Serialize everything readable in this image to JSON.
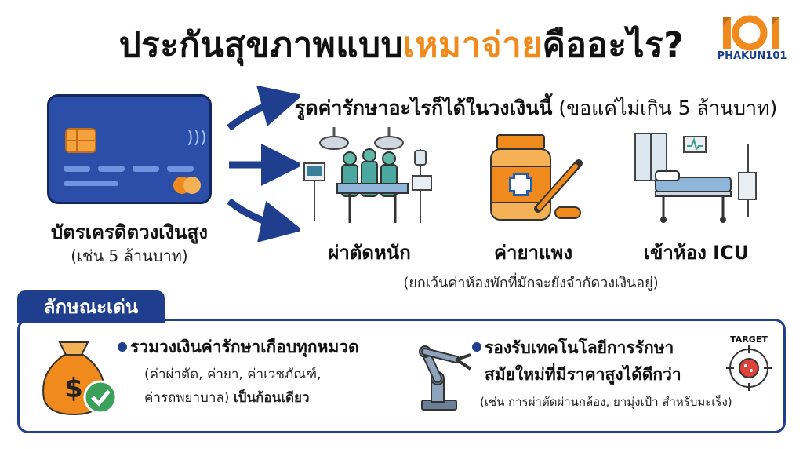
{
  "title": {
    "part1": "ประกันสุขภาพแบบ",
    "highlight": "เหมาจ่าย",
    "part2": "คืออะไร?"
  },
  "logo": {
    "number": "101",
    "text": "PHAKUN101"
  },
  "card": {
    "title": "บัตรเครดิตวงเงินสูง",
    "subtitle": "(เช่น 5 ล้านบาท)"
  },
  "headline": {
    "bold": "รูดค่ารักษาอะไรก็ได้ในวงเงินนี้",
    "normal": " (ขอแค่ไม่เกิน 5 ล้านบาท)"
  },
  "examples": [
    {
      "label": "ผ่าตัดหนัก",
      "icon": "surgery-icon"
    },
    {
      "label": "ค่ายาแพง",
      "icon": "medicine-icon"
    },
    {
      "label": "เข้าห้อง ICU",
      "icon": "icu-bed-icon"
    }
  ],
  "note": "(ยกเว้นค่าห้องพักที่มักจะยังจำกัดวงเงินอยู่)",
  "features": {
    "tab_label": "ลักษณะเด่น",
    "item1": {
      "title": "รวมวงเงินค่ารักษาเกือบทุกหมวด",
      "sub_line1": "(ค่าผ่าตัด, ค่ายา, ค่าเวชภัณฑ์,",
      "sub_line2_normal": "ค่ารถพยาบาล) ",
      "sub_line2_bold": "เป็นก้อนเดียว",
      "icon": "money-bag-icon"
    },
    "item2": {
      "title_line1": "รองรับเทคโนโลยีการรักษา",
      "title_line2": "สมัยใหม่ที่มีราคาสูงได้ดีกว่า",
      "sub": "(เช่น การผ่าตัดผ่านกล้อง, ยามุ่งเป้า สำหรับมะเร็ง)",
      "target_label": "TARGET",
      "icon": "robotic-arm-icon"
    }
  },
  "colors": {
    "accent_orange": "#f08a1c",
    "navy": "#1f3f8e",
    "teal": "#4aa8a0"
  }
}
